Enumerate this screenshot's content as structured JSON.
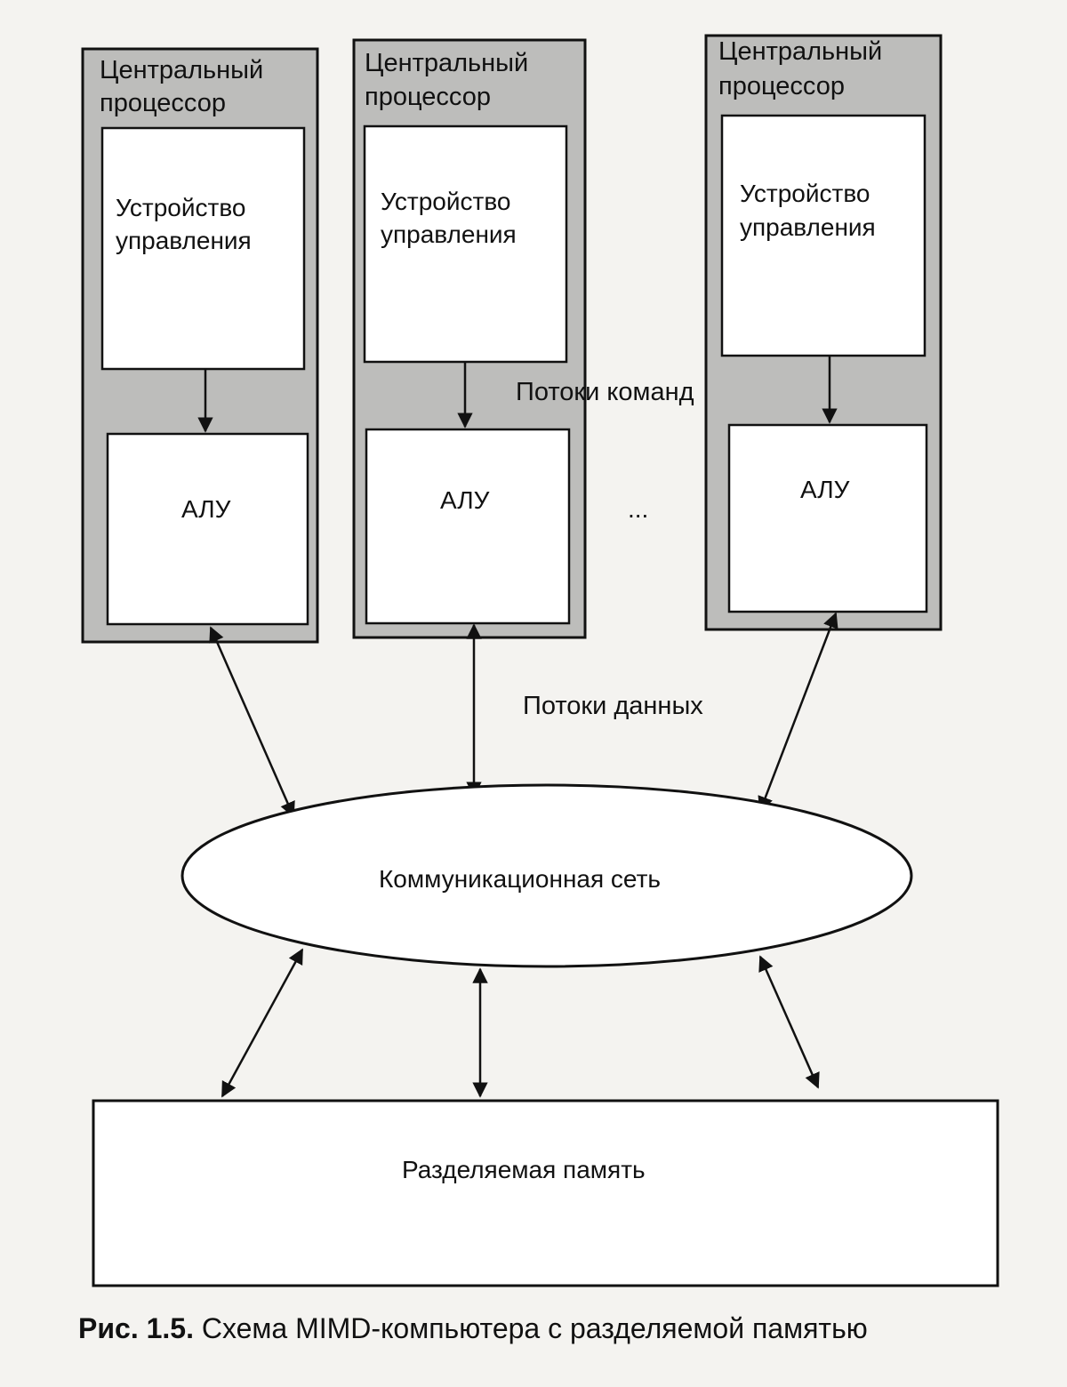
{
  "processors": [
    {
      "title_line1": "Центральный",
      "title_line2": "процессор",
      "control_unit_line1": "Устройство",
      "control_unit_line2": "управления",
      "alu_label": "АЛУ"
    },
    {
      "title_line1": "Центральный",
      "title_line2": "процессор",
      "control_unit_line1": "Устройство",
      "control_unit_line2": "управления",
      "alu_label": "АЛУ"
    },
    {
      "title_line1": "Центральный",
      "title_line2": "процессор",
      "control_unit_line1": "Устройство",
      "control_unit_line2": "управления",
      "alu_label": "АЛУ"
    }
  ],
  "ellipsis": "...",
  "command_streams_label": "Потоки команд",
  "data_streams_label": "Потоки данных",
  "network_label": "Коммуникационная сеть",
  "memory_label": "Разделяемая память",
  "caption": {
    "number": "Рис. 1.5.",
    "text": " Схема MIMD-компьютера с разделяемой памятью"
  },
  "colors": {
    "processor_fill": "#bdbdbb",
    "box_fill": "#ffffff",
    "line": "#111111"
  }
}
